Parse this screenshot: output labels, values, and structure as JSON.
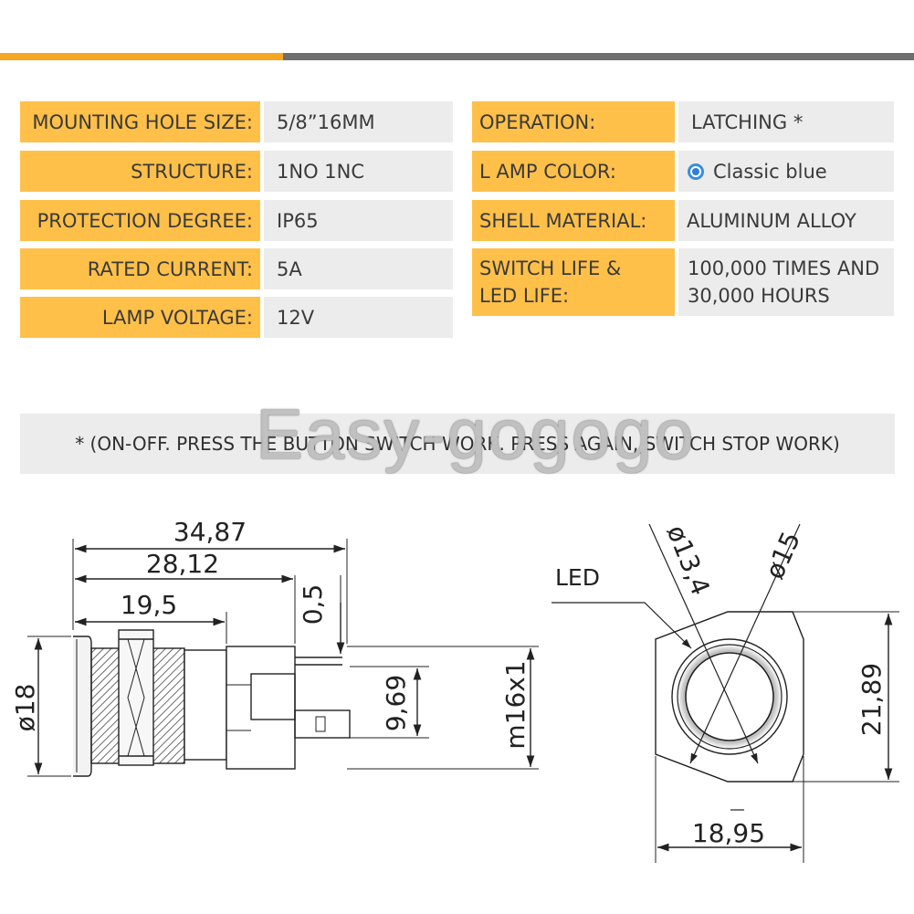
{
  "specs_left": [
    {
      "label": "MOUNTING HOLE SIZE:",
      "value": "5/8”16MM"
    },
    {
      "label": "STRUCTURE:",
      "value": "1NO 1NC"
    },
    {
      "label": "PROTECTION DEGREE:",
      "value": "IP65"
    },
    {
      "label": "RATED CURRENT:",
      "value": "5A"
    },
    {
      "label": "LAMP VOLTAGE:",
      "value": "12V"
    }
  ],
  "specs_right": [
    {
      "label": "OPERATION:",
      "value": "LATCHING *"
    },
    {
      "label": "L AMP COLOR:",
      "value": "Classic blue"
    },
    {
      "label": "SHELL MATERIAL:",
      "value": "ALUMINUM ALLOY"
    },
    {
      "label_line1": "SWITCH LIFE &",
      "label_line2": "LED LIFE:",
      "value_line1": "100,000 TIMES AND",
      "value_line2": "30,000 HOURS"
    }
  ],
  "note": "* (ON-OFF. PRESS THE BUTTON SWITCH WORK. PRESS AGAIN, SWITCH STOP WORK)",
  "watermark": "Easy-gogogo",
  "colors": {
    "accent": "#FFC04A",
    "bar_orange": "#F5A623",
    "bar_gray": "#6E6E6E",
    "value_bg": "#ECECEC",
    "lamp_blue": "#2E7FD8"
  },
  "side_view": {
    "dim_total": "34,87",
    "dim_body": "28,12",
    "dim_thread": "19,5",
    "dim_gap": "0,5",
    "dim_dia": "ø18",
    "dim_pin": "9,69",
    "dim_thread_spec": "m16x1"
  },
  "front_view": {
    "led_label": "LED",
    "dim_inner": "ø13,4",
    "dim_outer": "ø15",
    "dim_height": "21,89",
    "dim_width": "18,95"
  }
}
